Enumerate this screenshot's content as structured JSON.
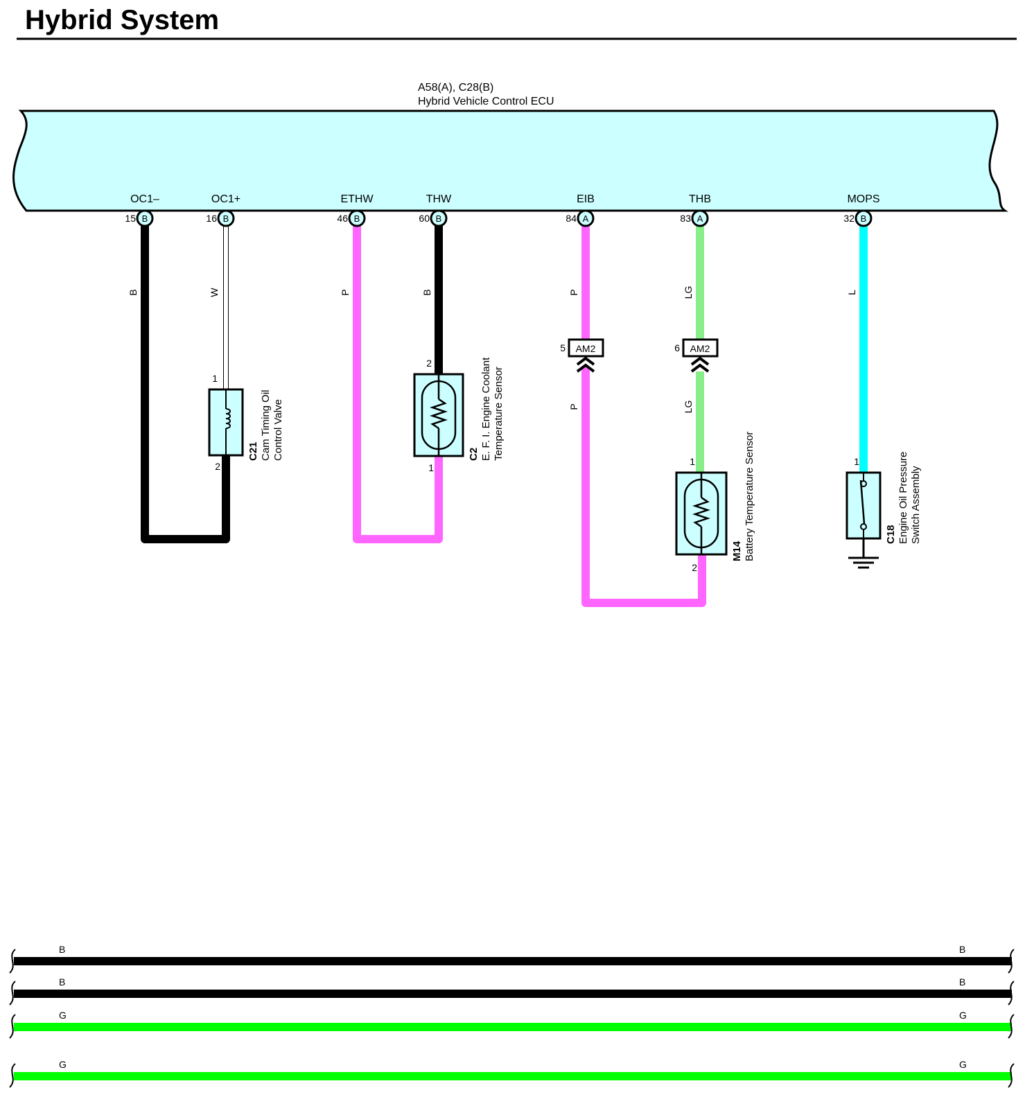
{
  "title": "Hybrid System",
  "ecu": {
    "code": "A58(A), C28(B)",
    "name": "Hybrid Vehicle Control ECU",
    "fill": "#ccffff"
  },
  "terminals": [
    {
      "id": "oc1m",
      "signal": "OC1–",
      "pin": "15",
      "connector": "B"
    },
    {
      "id": "oc1p",
      "signal": "OC1+",
      "pin": "16",
      "connector": "B"
    },
    {
      "id": "ethw",
      "signal": "ETHW",
      "pin": "46",
      "connector": "B"
    },
    {
      "id": "thw",
      "signal": "THW",
      "pin": "60",
      "connector": "B"
    },
    {
      "id": "eib",
      "signal": "EIB",
      "pin": "84",
      "connector": "A"
    },
    {
      "id": "thb",
      "signal": "THB",
      "pin": "83",
      "connector": "A"
    },
    {
      "id": "mops",
      "signal": "MOPS",
      "pin": "32",
      "connector": "B"
    }
  ],
  "wire_colors": {
    "B": "#000000",
    "W": "#ffffff",
    "P": "#ff66ff",
    "LG": "#88ee88",
    "L": "#00ffff",
    "G": "#00ff00"
  },
  "wires": [
    {
      "id": "w-oc1m",
      "color_code": "B"
    },
    {
      "id": "w-oc1p",
      "color_code": "W"
    },
    {
      "id": "w-ethw",
      "color_code": "P"
    },
    {
      "id": "w-thw",
      "color_code": "B"
    },
    {
      "id": "w-eib-upper",
      "color_code": "P"
    },
    {
      "id": "w-eib-lower",
      "color_code": "P"
    },
    {
      "id": "w-thb-upper",
      "color_code": "LG"
    },
    {
      "id": "w-thb-lower",
      "color_code": "LG"
    },
    {
      "id": "w-mops",
      "color_code": "L"
    }
  ],
  "junctions": [
    {
      "id": "jc-eib",
      "pin": "5",
      "label": "AM2"
    },
    {
      "id": "jc-thb",
      "pin": "6",
      "label": "AM2"
    }
  ],
  "components": [
    {
      "id": "c21",
      "code": "C21",
      "name_lines": [
        "Cam Timing Oil",
        "Control Valve"
      ],
      "pin_top": "1",
      "pin_bottom": "2",
      "icon": "coil-icon"
    },
    {
      "id": "c2",
      "code": "C2",
      "name_lines": [
        "E. F. I.  Engine Coolant",
        "Temperature Sensor"
      ],
      "pin_top": "2",
      "pin_bottom": "1",
      "icon": "thermistor-icon"
    },
    {
      "id": "m14",
      "code": "M14",
      "name_lines": [
        "Battery Temperature Sensor"
      ],
      "pin_top": "1",
      "pin_bottom": "2",
      "icon": "thermistor-icon"
    },
    {
      "id": "c18",
      "code": "C18",
      "name_lines": [
        "Engine Oil Pressure",
        "Switch Assembly"
      ],
      "pin_top": "1",
      "icon": "switch-icon"
    }
  ],
  "ground": {
    "icon": "ground-icon"
  },
  "bus_lines": [
    {
      "color_code": "B",
      "label_left": "B",
      "label_right": "B"
    },
    {
      "color_code": "B",
      "label_left": "B",
      "label_right": "B"
    },
    {
      "color_code": "G",
      "label_left": "G",
      "label_right": "G"
    },
    {
      "color_code": "G",
      "label_left": "G",
      "label_right": "G"
    }
  ]
}
